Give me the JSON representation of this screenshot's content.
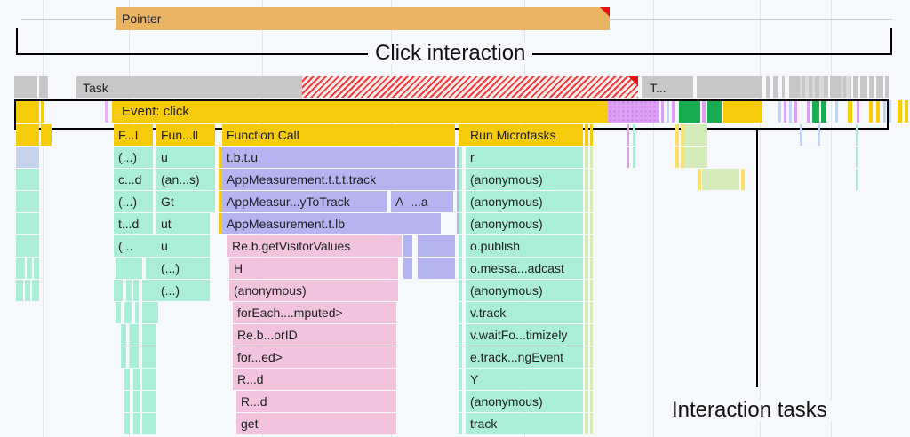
{
  "annotations": {
    "click_interaction": "Click interaction",
    "interaction_tasks": "Interaction tasks"
  },
  "tracks": {
    "pointer": {
      "label": "Pointer"
    },
    "task": {
      "label": "Task",
      "label2": "T..."
    },
    "event": {
      "label": "Event: click"
    }
  },
  "colors": {
    "pointer_bar": "#e8b464",
    "task_gray": "#c7c7c7",
    "hatch_red": "#ef3e3e",
    "event_yellow": "#f5cb0a",
    "purple": "#b6b4f0",
    "pink": "#f2c3dc",
    "teal": "#abeed8",
    "green": "#18ad52",
    "lilac": "#dd9ff2",
    "light_green": "#d6ebbc",
    "grid": "#dde5f0",
    "background": "#f7f8fb",
    "annotation": "#000000"
  },
  "flame_rows": [
    {
      "index": 0,
      "left_label": "F...I",
      "mid_label": "Fun...ll",
      "main_label": "Function Call",
      "right_label": "Run Microtasks"
    },
    {
      "index": 1,
      "left_label": "(...)",
      "mid_label": "u",
      "main_label": "t.b.t.u",
      "right_label": "r"
    },
    {
      "index": 2,
      "left_label": "c...d",
      "mid_label": "(an...s)",
      "main_label": "AppMeasurement.t.t.t.track",
      "right_label": "(anonymous)"
    },
    {
      "index": 3,
      "left_label": "(...)",
      "mid_label": "Gt",
      "main_label": "AppMeasur...yToTrack",
      "main_label2": "Ap...a",
      "right_label": "(anonymous)"
    },
    {
      "index": 4,
      "left_label": "t...d",
      "mid_label": "ut",
      "main_label": "AppMeasurement.t.lb",
      "right_label": "(anonymous)"
    },
    {
      "index": 5,
      "left_label": "(...",
      "mid_label": "u",
      "main_label": "Re.b.getVisitorValues",
      "right_label": "o.publish"
    },
    {
      "index": 6,
      "left_label": "",
      "mid_label": "(...)",
      "main_label": "H",
      "right_label": "o.messa...adcast"
    },
    {
      "index": 7,
      "left_label": "",
      "mid_label": "(...)",
      "main_label": "(anonymous)",
      "right_label": "(anonymous)"
    },
    {
      "index": 8,
      "left_label": "",
      "mid_label": "",
      "main_label": "forEach....mputed>",
      "right_label": "v.track"
    },
    {
      "index": 9,
      "left_label": "",
      "mid_label": "",
      "main_label": "Re.b...orID",
      "right_label": "v.waitFo...timizely"
    },
    {
      "index": 10,
      "left_label": "",
      "mid_label": "",
      "main_label": "for...ed>",
      "right_label": "e.track...ngEvent"
    },
    {
      "index": 11,
      "left_label": "",
      "mid_label": "",
      "main_label": "R...d",
      "right_label": "Y"
    },
    {
      "index": 12,
      "left_label": "",
      "mid_label": "",
      "main_label": "R...d",
      "right_label": "(anonymous)"
    },
    {
      "index": 13,
      "left_label": "",
      "mid_label": "",
      "main_label": "get",
      "right_label": "track"
    }
  ]
}
